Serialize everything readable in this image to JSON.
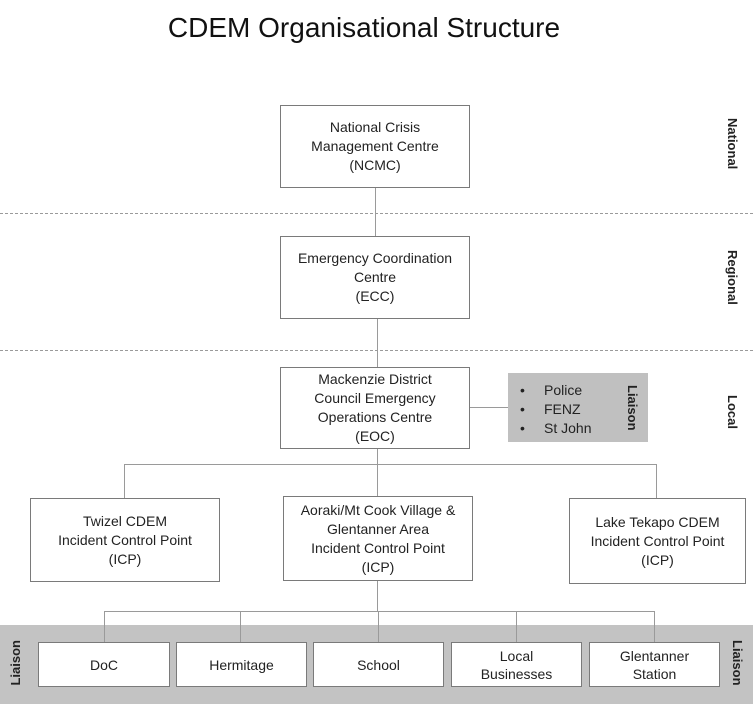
{
  "title": "CDEM Organisational Structure",
  "levels": {
    "national": "National",
    "regional": "Regional",
    "local": "Local"
  },
  "nodes": {
    "ncmc": [
      "National Crisis",
      "Management Centre",
      "(NCMC)"
    ],
    "ecc": [
      "Emergency Coordination",
      "Centre",
      "(ECC)"
    ],
    "eoc": [
      "Mackenzie District",
      "Council Emergency",
      "Operations Centre",
      "(EOC)"
    ],
    "twizel": [
      "Twizel CDEM",
      "Incident Control Point",
      "(ICP)"
    ],
    "aoraki": [
      "Aoraki/Mt Cook Village &",
      "Glentanner Area",
      "Incident Control Point",
      "(ICP)"
    ],
    "tekapo": [
      "Lake Tekapo CDEM",
      "Incident Control Point",
      "(ICP)"
    ]
  },
  "liaison_eoc": {
    "label": "Liaison",
    "items": [
      "Police",
      "FENZ",
      "St John"
    ]
  },
  "liaison_bottom": {
    "label": "Liaison",
    "items": [
      [
        "DoC"
      ],
      [
        "Hermitage"
      ],
      [
        "School"
      ],
      [
        "Local",
        "Businesses"
      ],
      [
        "Glentanner",
        "Station"
      ]
    ]
  }
}
